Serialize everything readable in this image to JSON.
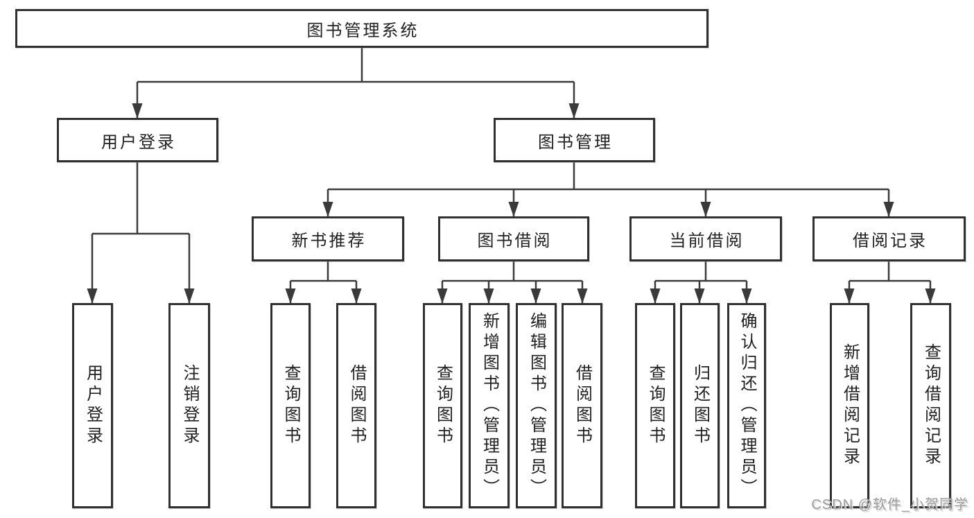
{
  "diagram_title": "图书管理系统",
  "tree": {
    "label": "图书管理系统",
    "children": [
      {
        "label": "用户登录",
        "children": [
          {
            "label": "用户登录"
          },
          {
            "label": "注销登录"
          }
        ]
      },
      {
        "label": "图书管理",
        "children": [
          {
            "label": "新书推荐",
            "children": [
              {
                "label": "查询图书"
              },
              {
                "label": "借阅图书"
              }
            ]
          },
          {
            "label": "图书借阅",
            "children": [
              {
                "label": "查询图书"
              },
              {
                "label": "新增图书（管理员）"
              },
              {
                "label": "编辑图书（管理员）"
              },
              {
                "label": "借阅图书"
              }
            ]
          },
          {
            "label": "当前借阅",
            "children": [
              {
                "label": "查询图书"
              },
              {
                "label": "归还图书"
              },
              {
                "label": "确认归还（管理员）"
              }
            ]
          },
          {
            "label": "借阅记录",
            "children": [
              {
                "label": "新增借阅记录"
              },
              {
                "label": "查询借阅记录"
              }
            ]
          }
        ]
      }
    ]
  },
  "watermark": "CSDN @软件_小贺同学",
  "colors": {
    "background": "#ffffff",
    "box_border": "#303030",
    "connector_line": "#3a3a3a",
    "text": "#212121",
    "watermark": "#9c9c9c"
  }
}
